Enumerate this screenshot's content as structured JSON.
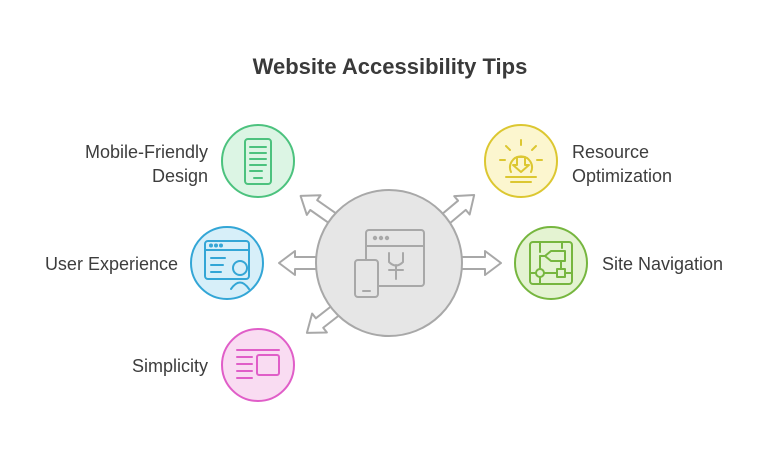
{
  "title": "Website Accessibility Tips",
  "center": {
    "icon": "web-devices-icon"
  },
  "tips": {
    "mobile": {
      "line1": "Mobile-Friendly",
      "line2": "Design",
      "icon": "smartphone-icon",
      "fill": "#dcf5e4",
      "stroke": "#4cc27e"
    },
    "ux": {
      "line1": "User Experience",
      "icon": "user-profile-window-icon",
      "fill": "#d7eff9",
      "stroke": "#33a6d6"
    },
    "simplicity": {
      "line1": "Simplicity",
      "icon": "text-and-image-layout-icon",
      "fill": "#f9dcf2",
      "stroke": "#e05ec8"
    },
    "resource": {
      "line1": "Resource",
      "line2": "Optimization",
      "icon": "lightbulb-download-icon",
      "fill": "#fcf6cf",
      "stroke": "#dcc731"
    },
    "navigation": {
      "line1": "Site Navigation",
      "icon": "sitemap-flow-icon",
      "fill": "#e4f3d2",
      "stroke": "#76b63f"
    }
  }
}
